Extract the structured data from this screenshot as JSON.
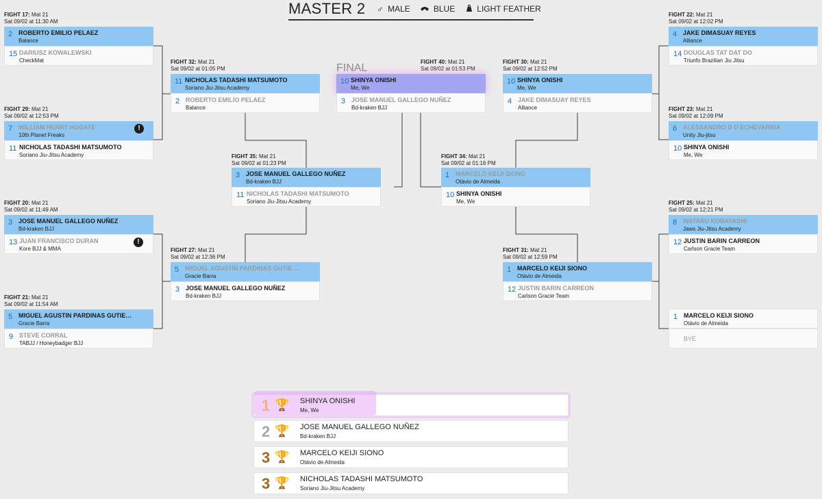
{
  "header": {
    "title": "MASTER 2",
    "gender": "MALE",
    "belt": "BLUE",
    "weight": "LIGHT FEATHER",
    "icons": [
      "male-symbol-icon",
      "belt-icon",
      "weight-icon"
    ]
  },
  "colors": {
    "winner_bg": "#8ec8f2",
    "final_bg": "#a5a6f0",
    "highlight": "#e2a6f0",
    "seed": "#1f6fb0",
    "gold": "#f0b080",
    "silver": "#a8a8a8",
    "bronze": "#9b6a1e"
  },
  "final_label": "FINAL",
  "fights": {
    "f17": {
      "label": "FIGHT 17:",
      "mat": "Mat 21",
      "time": "Sat 09/02 at 11:30 AM",
      "a": {
        "seed": "2",
        "name": "ROBERTO EMILIO PELAEZ",
        "team": "Balance"
      },
      "b": {
        "seed": "15",
        "name": "DARIUSZ KOWALEWSKI",
        "team": "CheckMat"
      }
    },
    "f29": {
      "label": "FIGHT 29:",
      "mat": "Mat 21",
      "time": "Sat 09/02 at 12:53 PM",
      "a": {
        "seed": "7",
        "name": "WILLIAM HENRY HOGATE",
        "team": "10th Planet Freaks"
      },
      "b": {
        "seed": "11",
        "name": "NICHOLAS TADASHI MATSUMOTO",
        "team": "Soriano Jiu-Jitsu Academy"
      }
    },
    "f20": {
      "label": "FIGHT 20:",
      "mat": "Mat 21",
      "time": "Sat 09/02 at 11:49 AM",
      "a": {
        "seed": "3",
        "name": "JOSE MANUEL GALLEGO NUÑEZ",
        "team": "Bd-kraken BJJ"
      },
      "b": {
        "seed": "13",
        "name": "JUAN FRANCISCO DURAN",
        "team": "Kore BJJ & MMA"
      }
    },
    "f21": {
      "label": "FIGHT 21:",
      "mat": "Mat 21",
      "time": "Sat 09/02 at 11:54 AM",
      "a": {
        "seed": "5",
        "name": "MIGUEL AGUSTIN PARDINAS GUTIERR...",
        "team": "Gracie Barra"
      },
      "b": {
        "seed": "9",
        "name": "STEVE CORRAL",
        "team": "TABJJ / Honeybadger BJJ"
      }
    },
    "f32": {
      "label": "FIGHT 32:",
      "mat": "Mat 21",
      "time": "Sat 09/02 at 01:05 PM",
      "a": {
        "seed": "11",
        "name": "NICHOLAS TADASHI MATSUMOTO",
        "team": "Soriano Jiu-Jitsu Academy"
      },
      "b": {
        "seed": "2",
        "name": "ROBERTO EMILIO PELAEZ",
        "team": "Balance"
      }
    },
    "f27": {
      "label": "FIGHT 27:",
      "mat": "Mat 21",
      "time": "Sat 09/02 at 12:36 PM",
      "a": {
        "seed": "5",
        "name": "MIGUEL AGUSTIN PARDINAS GUTIERR...",
        "team": "Gracie Barra"
      },
      "b": {
        "seed": "3",
        "name": "JOSE MANUEL GALLEGO NUÑEZ",
        "team": "Bd-kraken BJJ"
      }
    },
    "f35": {
      "label": "FIGHT 35:",
      "mat": "Mat 21",
      "time": "Sat 09/02 at 01:23 PM",
      "a": {
        "seed": "3",
        "name": "JOSE MANUEL GALLEGO NUÑEZ",
        "team": "Bd-kraken BJJ"
      },
      "b": {
        "seed": "11",
        "name": "NICHOLAS TADASHI MATSUMOTO",
        "team": "Soriano Jiu-Jitsu Academy"
      }
    },
    "f40": {
      "label": "FIGHT 40:",
      "mat": "Mat 21",
      "time": "Sat 09/02 at 01:53 PM",
      "a": {
        "seed": "10",
        "name": "SHINYA ONISHI",
        "team": "Me, We"
      },
      "b": {
        "seed": "3",
        "name": "JOSE MANUEL GALLEGO NUÑEZ",
        "team": "Bd-kraken BJJ"
      }
    },
    "f34": {
      "label": "FIGHT 34:",
      "mat": "Mat 21",
      "time": "Sat 09/02 at 01:16 PM",
      "a": {
        "seed": "1",
        "name": "MARCELO KEIJI SIONO",
        "team": "Otávio de Almeida"
      },
      "b": {
        "seed": "10",
        "name": "SHINYA ONISHI",
        "team": "Me, We"
      }
    },
    "f30": {
      "label": "FIGHT 30:",
      "mat": "Mat 21",
      "time": "Sat 09/02 at 12:52 PM",
      "a": {
        "seed": "10",
        "name": "SHINYA ONISHI",
        "team": "Me, We"
      },
      "b": {
        "seed": "4",
        "name": "JAKE DIMASUAY REYES",
        "team": "Alliance"
      }
    },
    "f31": {
      "label": "FIGHT 31:",
      "mat": "Mat 21",
      "time": "Sat 09/02 at 12:59 PM",
      "a": {
        "seed": "1",
        "name": "MARCELO KEIJI SIONO",
        "team": "Otávio de Almeida"
      },
      "b": {
        "seed": "12",
        "name": "JUSTIN BARIN CARREON",
        "team": "Carlson Gracie Team"
      }
    },
    "f22": {
      "label": "FIGHT 22:",
      "mat": "Mat 21",
      "time": "Sat 09/02 at 12:02 PM",
      "a": {
        "seed": "4",
        "name": "JAKE DIMASUAY REYES",
        "team": "Alliance"
      },
      "b": {
        "seed": "14",
        "name": "DOUGLAS TAT DAT DO",
        "team": "Triunfo Brazilian Jiu Jitsu"
      }
    },
    "f23": {
      "label": "FIGHT 23:",
      "mat": "Mat 21",
      "time": "Sat 09/02 at 12:09 PM",
      "a": {
        "seed": "6",
        "name": "ALESSANDRO D D ECHEVARRIA",
        "team": "Unity Jiu-jitsu"
      },
      "b": {
        "seed": "10",
        "name": "SHINYA ONISHI",
        "team": "Me, We"
      }
    },
    "f25": {
      "label": "FIGHT 25:",
      "mat": "Mat 21",
      "time": "Sat 09/02 at 12:21 PM",
      "a": {
        "seed": "8",
        "name": "WATARU KOBAYASHI",
        "team": "Jaws Jiu-Jitsu Academy"
      },
      "b": {
        "seed": "12",
        "name": "JUSTIN BARIN CARREON",
        "team": "Carlson Gracie Team"
      }
    },
    "bye": {
      "a": {
        "seed": "1",
        "name": "MARCELO KEIJI SIONO",
        "team": "Otávio de Almeida"
      },
      "b": {
        "name": "BYE"
      }
    }
  },
  "podium": [
    {
      "place": "1",
      "name": "SHINYA ONISHI",
      "team": "Me, We"
    },
    {
      "place": "2",
      "name": "JOSE MANUEL GALLEGO NUÑEZ",
      "team": "Bd-kraken BJJ"
    },
    {
      "place": "3",
      "name": "MARCELO KEIJI SIONO",
      "team": "Otávio de Almeida"
    },
    {
      "place": "3",
      "name": "NICHOLAS TADASHI MATSUMOTO",
      "team": "Soriano Jiu-Jitsu Academy"
    }
  ]
}
